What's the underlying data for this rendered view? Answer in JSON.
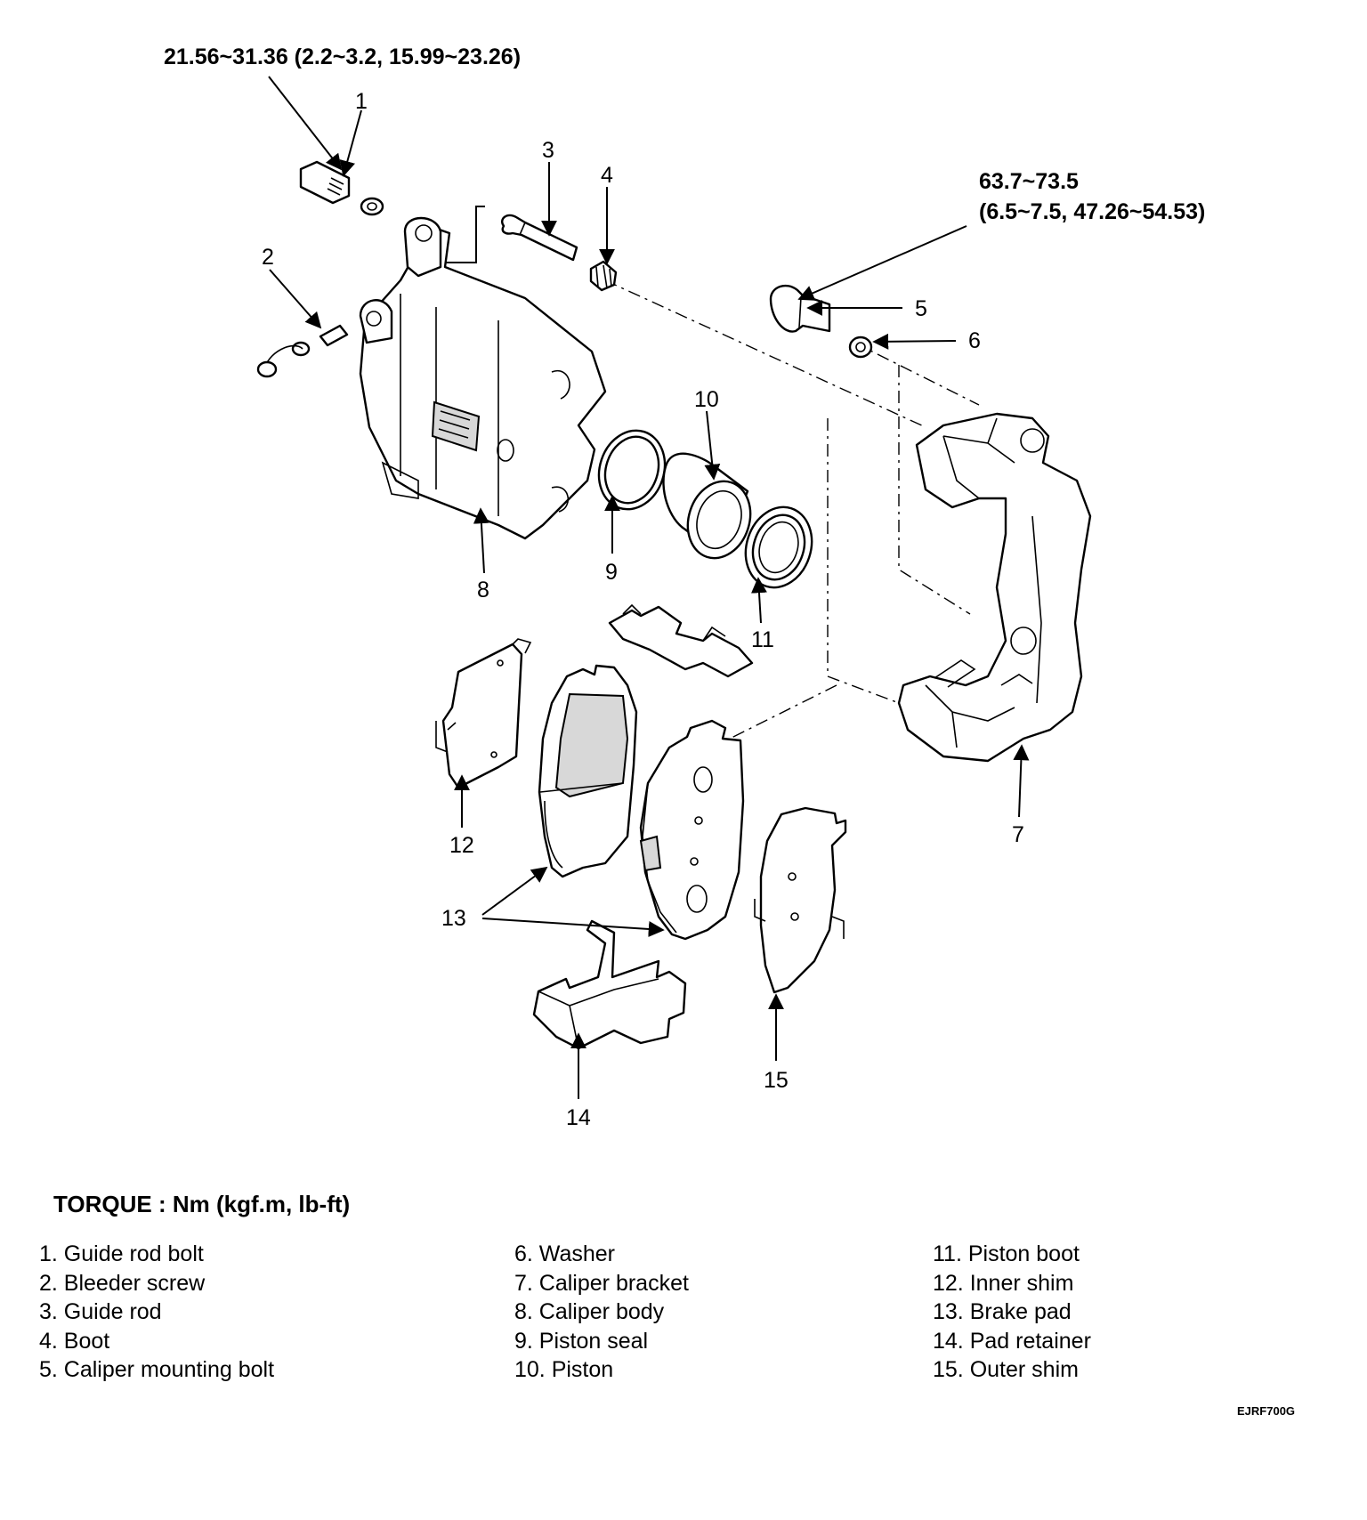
{
  "torque_specs": {
    "guide_rod_bolt": "21.56~31.36 (2.2~3.2, 15.99~23.26)",
    "mounting_bolt_line1": "63.7~73.5",
    "mounting_bolt_line2": "(6.5~7.5, 47.26~54.53)"
  },
  "callouts": [
    "1",
    "2",
    "3",
    "4",
    "5",
    "6",
    "7",
    "8",
    "9",
    "10",
    "11",
    "12",
    "13",
    "14",
    "15"
  ],
  "legend": {
    "title": "TORQUE : Nm (kgf.m, lb-ft)",
    "columns": [
      [
        "1. Guide rod bolt",
        "2. Bleeder screw",
        "3. Guide rod",
        "4. Boot",
        "5. Caliper mounting bolt"
      ],
      [
        "6. Washer",
        "7. Caliper bracket",
        "8. Caliper body",
        "9. Piston seal",
        "10. Piston"
      ],
      [
        "11. Piston boot",
        "12. Inner shim",
        "13. Brake pad",
        "14. Pad retainer",
        "15. Outer shim"
      ]
    ]
  },
  "figure_code": "EJRF700G"
}
